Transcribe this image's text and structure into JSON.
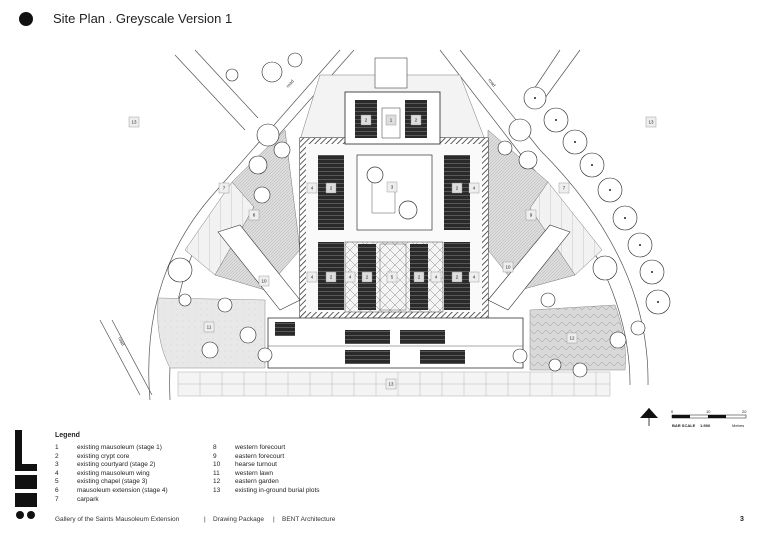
{
  "header": {
    "title": "Site Plan . Greyscale Version 1"
  },
  "plan": {
    "road_label": "road",
    "numbers": [
      "1",
      "2",
      "3",
      "4",
      "5",
      "6",
      "7",
      "8",
      "9",
      "10",
      "11",
      "12",
      "13"
    ]
  },
  "scale_bar": {
    "label": "BAR SCALE",
    "ratio": "1:500",
    "unit": "Metres",
    "ticks": [
      "0",
      "10",
      "20"
    ]
  },
  "legend": {
    "title": "Legend",
    "col1": [
      {
        "num": "1",
        "label": "existing mausoleum (stage 1)"
      },
      {
        "num": "2",
        "label": "existing crypt core"
      },
      {
        "num": "3",
        "label": "existing courtyard (stage 2)"
      },
      {
        "num": "4",
        "label": "existing mausoleum wing"
      },
      {
        "num": "5",
        "label": "existing chapel (stage 3)"
      },
      {
        "num": "6",
        "label": "mausoleum extension (stage 4)"
      },
      {
        "num": "7",
        "label": "carpark"
      }
    ],
    "col2": [
      {
        "num": "8",
        "label": "western forecourt"
      },
      {
        "num": "9",
        "label": "eastern forecourt"
      },
      {
        "num": "10",
        "label": "hearse turnout"
      },
      {
        "num": "11",
        "label": "western lawn"
      },
      {
        "num": "12",
        "label": "eastern garden"
      },
      {
        "num": "13",
        "label": "existing in-ground burial plots"
      }
    ]
  },
  "footer": {
    "project": "Gallery of the Saints Mausoleum Extension",
    "package": "Drawing Package",
    "firm": "BENT Architecture",
    "page": "3"
  },
  "colors": {
    "ink": "#222222",
    "grey": "#9a9a9a",
    "light": "#e6e6e6",
    "dark": "#3a3a3a"
  }
}
